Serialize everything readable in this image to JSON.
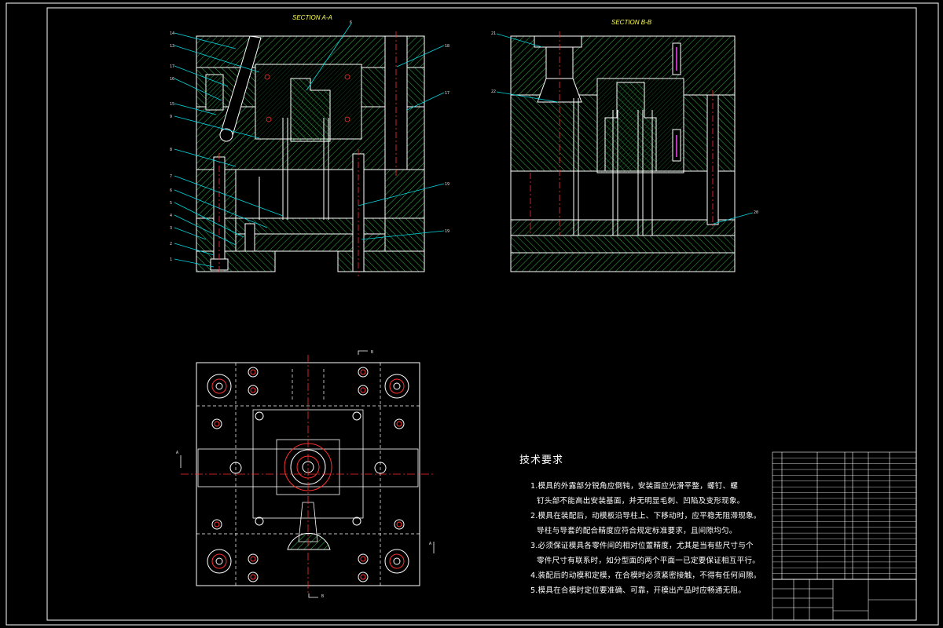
{
  "sections": {
    "a": {
      "title": "SECTION A-A"
    },
    "b": {
      "title": "SECTION B-B"
    }
  },
  "plan_view": {
    "section_mark_b": "B",
    "section_mark_a": "A"
  },
  "leaders_left": [
    "14",
    "13",
    "17",
    "16",
    "15",
    "9",
    "8",
    "7",
    "6",
    "5",
    "4",
    "3",
    "2",
    "1"
  ],
  "leaders_left_top": "6",
  "leaders_left_right": [
    "18",
    "17",
    "19",
    "19"
  ],
  "leaders_right": [
    "21",
    "22",
    "20"
  ],
  "technical_requirements": {
    "title": "技术要求",
    "lines": [
      "1.模具的外露部分锐角应倒钝，安装面应光滑平整，螺钉、螺",
      "钉头部不能高出安装基面，并无明显毛刺、凹陷及变形现象。",
      "2.模具在装配后，动模板沿导柱上、下移动时，应平稳无阻滞现象。",
      "导柱与导套的配合精度应符合规定标准要求，且间隙均匀。",
      "3.必须保证模具各零件间的相对位置精度，尤其是当有些尺寸与个",
      "零件尺寸有联系时，如分型面的两个平面一已定要保证相互平行。",
      "4.装配后的动模和定模，在合模时必须紧密接触，不得有任何间隙。",
      "5.模具在合模时定位要准确、可靠，开模出产品时应畅通无阻。"
    ]
  },
  "colors": {
    "background": "#000000",
    "outline": "#ffffff",
    "hatch": "#2fb34a",
    "centerline": "#ff3030",
    "leader": "#00d8e0",
    "title": "#ffff55",
    "hidden": "#ffffff",
    "accent": "#ff44ff"
  }
}
